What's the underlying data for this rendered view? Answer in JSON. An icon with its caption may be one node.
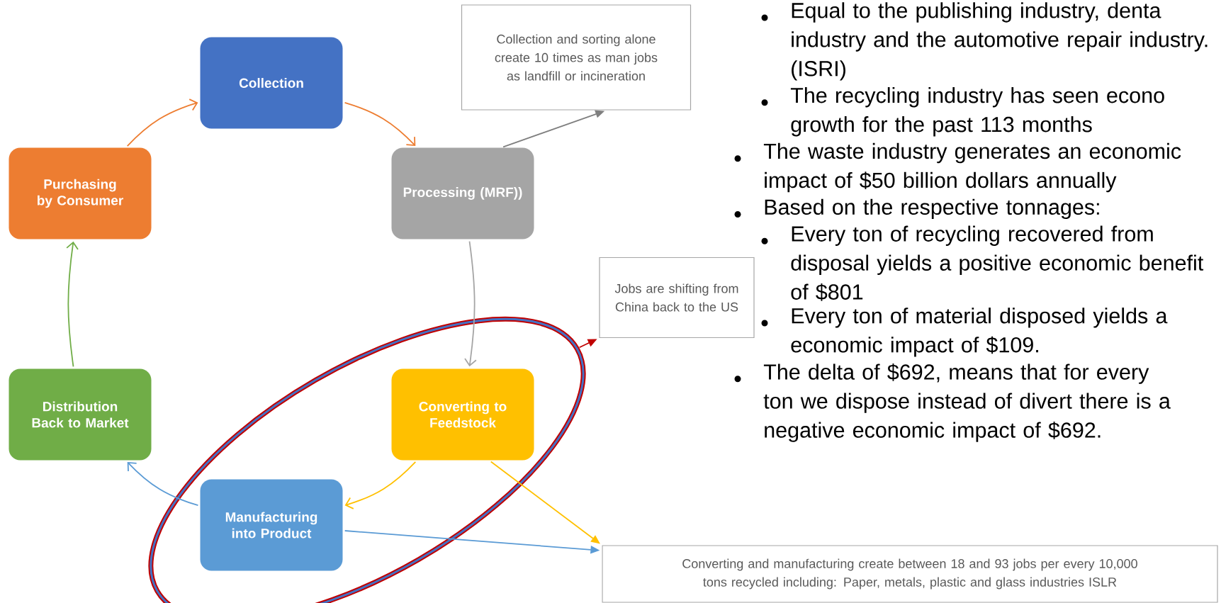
{
  "diagram": {
    "nodes": [
      {
        "text": [
          "Collection"
        ]
      },
      {
        "text": [
          "Processing (MRF))"
        ]
      },
      {
        "text": [
          "Converting to Feedstock"
        ],
        "in": 9
      },
      {
        "text": [
          "Manufacturing into Product"
        ],
        "in": 9
      },
      {
        "text": [
          "Distribution Back to Market"
        ]
      },
      {
        "text": [
          "Purchasing by Consumer"
        ]
      },
      {
        "text": [
          "Collection and sorting alone create 10 times as man jobs as landfill or incineration"
        ]
      },
      {
        "text": [
          "Jobs are shifting from China back to the US"
        ]
      },
      {
        "text": [
          "Converting and manufacturing create between 18 and 93 jobs per every 10,000 tons recycled including: Paper, metals, plastic and glass industries ISLR"
        ]
      },
      {
        "text": [],
        "shape": "ellipse"
      }
    ],
    "edges": [
      {
        "from": 5,
        "to": 0,
        "arrow": "to",
        "color": "#ed7d31"
      },
      {
        "from": 0,
        "to": 1,
        "arrow": "to",
        "color": "#ed7d31"
      },
      {
        "from": 1,
        "to": 2,
        "arrow": "to",
        "color": "#a5a5a5"
      },
      {
        "from": 2,
        "to": 3,
        "arrow": "to",
        "color": "#ffc000"
      },
      {
        "from": 3,
        "to": 4,
        "arrow": "to",
        "color": "#5b9bd5"
      },
      {
        "from": 4,
        "to": 5,
        "arrow": "to",
        "color": "#70ad47"
      },
      {
        "from": 1,
        "to": 6,
        "arrow": "to",
        "color": "#7f7f7f"
      },
      {
        "from": 9,
        "to": 7,
        "arrow": "to",
        "color": "#c00000"
      },
      {
        "from": 2,
        "to": 8,
        "arrow": "to",
        "color": "#ffc000"
      },
      {
        "from": 3,
        "to": 8,
        "arrow": "to",
        "color": "#5b9bd5"
      }
    ],
    "labels": [
      "Equal to the publishing industry, denta industry and the automotive repair industry. (ISRI)",
      "The recycling industry has seen econo growth for the past 113 months",
      "The waste industry generates an economic impact of $50 billion dollars annually",
      "Based on the respective tonnages:",
      "Every ton of recycling recovered from disposal yields a positive economic benefit of $801",
      "Every ton of material disposed yields a economic impact of $109.",
      "The delta of $692, means that for every ton we dispose instead of divert there is a negative economic impact of $692."
    ]
  }
}
